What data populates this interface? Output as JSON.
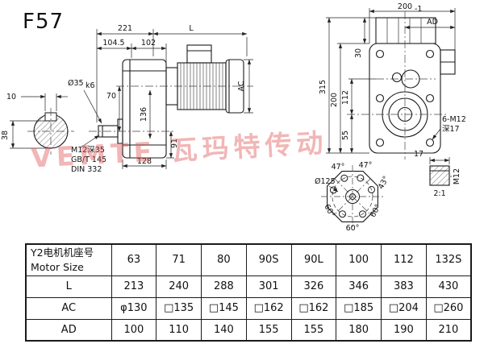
{
  "title": "F57",
  "watermark": "VEMTE 瓦玛特传动",
  "side_view": {
    "dim_221": "221",
    "dim_L": "L",
    "dim_104_5": "104.5",
    "dim_102": "102",
    "dim_70": "70",
    "dim_136": "136",
    "dim_128": "128",
    "dim_91": "91",
    "dim_AC": "AC",
    "shaft_dia": "Ø35",
    "shaft_tol": "k6",
    "dim_10": "10",
    "dim_38": "38",
    "note_m12": "M12深35",
    "note_gbt": "GB/T 145",
    "note_din": "DIN 332"
  },
  "front_view": {
    "dim_200_top": "200",
    "dim_200_tol": "-1",
    "dim_AD": "AD",
    "dim_315": "315",
    "dim_200": "200",
    "dim_112": "112",
    "dim_55": "55",
    "dim_30": "30",
    "note_bolts": "6-M12",
    "note_depth": "深17"
  },
  "flange_view": {
    "dia": "Ø125",
    "angle_tl": "47°",
    "angle_tr": "47°",
    "angle_r": "43°",
    "angle_bl": "60°",
    "angle_b": "60°",
    "angle_br": "60°"
  },
  "key_detail": {
    "dim_17": "17",
    "scale": "2:1",
    "thread": "M12"
  },
  "table": {
    "header": {
      "label_cn": "Y2电机机座号",
      "label_en": "Motor Size"
    },
    "sizes": [
      "63",
      "71",
      "80",
      "90S",
      "90L",
      "100",
      "112",
      "132S"
    ],
    "rows": [
      {
        "label": "L",
        "values": [
          "213",
          "240",
          "288",
          "301",
          "326",
          "346",
          "383",
          "430"
        ]
      },
      {
        "label": "AC",
        "values": [
          "φ130",
          "□135",
          "□145",
          "□162",
          "□162",
          "□185",
          "□204",
          "□260"
        ]
      },
      {
        "label": "AD",
        "values": [
          "100",
          "110",
          "140",
          "155",
          "155",
          "180",
          "190",
          "210"
        ]
      }
    ]
  }
}
